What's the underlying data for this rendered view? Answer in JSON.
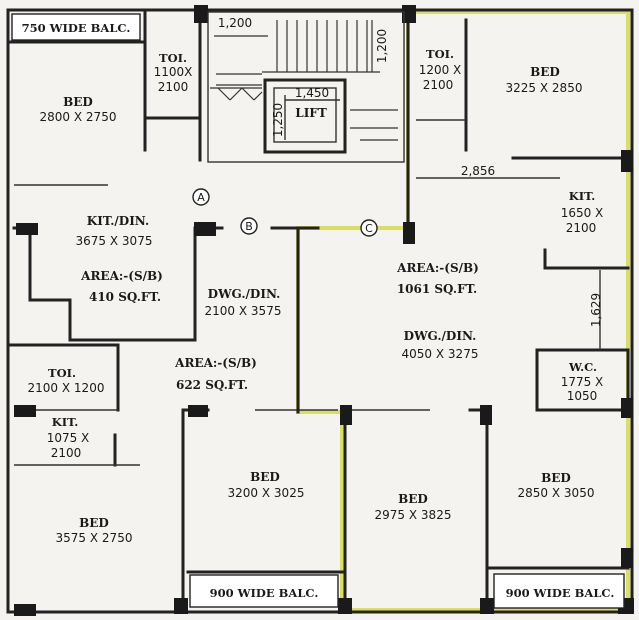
{
  "rooms": {
    "balc_top_left": {
      "name": "750 WIDE BALC."
    },
    "bed_top_left": {
      "name": "BED",
      "size": "2800 X 2750"
    },
    "toi_top_left": {
      "name": "TOI.",
      "size_a": "1100X",
      "size_b": "2100"
    },
    "kitdin_left": {
      "name": "KIT./DIN.",
      "size": "3675 X 3075"
    },
    "area_left": {
      "label": "AREA:-(S/B)",
      "value": "410 SQ.FT."
    },
    "toi_mid_left": {
      "name": "TOI.",
      "size": "2100 X 1200"
    },
    "kit_mid_left": {
      "name": "KIT.",
      "size_a": "1075 X",
      "size_b": "2100"
    },
    "bed_bottom_left": {
      "name": "BED",
      "size": "3575 X 2750"
    },
    "dwgdin_mid": {
      "name": "DWG./DIN.",
      "size": "2100 X 3575"
    },
    "area_mid": {
      "label": "AREA:-(S/B)",
      "value": "622 SQ.FT."
    },
    "bed_bottom_mid": {
      "name": "BED",
      "size": "3200 X 3025"
    },
    "balc_bottom_mid": {
      "name": "900 WIDE BALC."
    },
    "toi_top_right": {
      "name": "TOI.",
      "size_a": "1200 X",
      "size_b": "2100"
    },
    "bed_top_right": {
      "name": "BED",
      "size": "3225 X 2850"
    },
    "kit_right": {
      "name": "KIT.",
      "size_a": "1650 X",
      "size_b": "2100"
    },
    "area_right": {
      "label": "AREA:-(S/B)",
      "value": "1061 SQ.FT."
    },
    "dwgdin_right": {
      "name": "DWG./DIN.",
      "size": "4050 X 3275"
    },
    "wc_right": {
      "name": "W.C.",
      "size_a": "1775 X",
      "size_b": "1050"
    },
    "bed_bottom_center": {
      "name": "BED",
      "size": "2975 X 3825"
    },
    "bed_bottom_right": {
      "name": "BED",
      "size": "2850 X 3050"
    },
    "balc_bottom_right": {
      "name": "900 WIDE BALC."
    }
  },
  "core": {
    "lift_label": "LIFT",
    "lift_width": "1,450",
    "lift_depth": "1,250",
    "stair_width": "1,200",
    "stair_length": "1,200"
  },
  "dimensions": {
    "corridor": "2,856",
    "right_wall": "1,629"
  },
  "flat_markers": [
    "A",
    "B",
    "C"
  ],
  "colors": {
    "highlight": "#d9dc52",
    "walls": "#222222",
    "background": "#f4f3ef"
  }
}
